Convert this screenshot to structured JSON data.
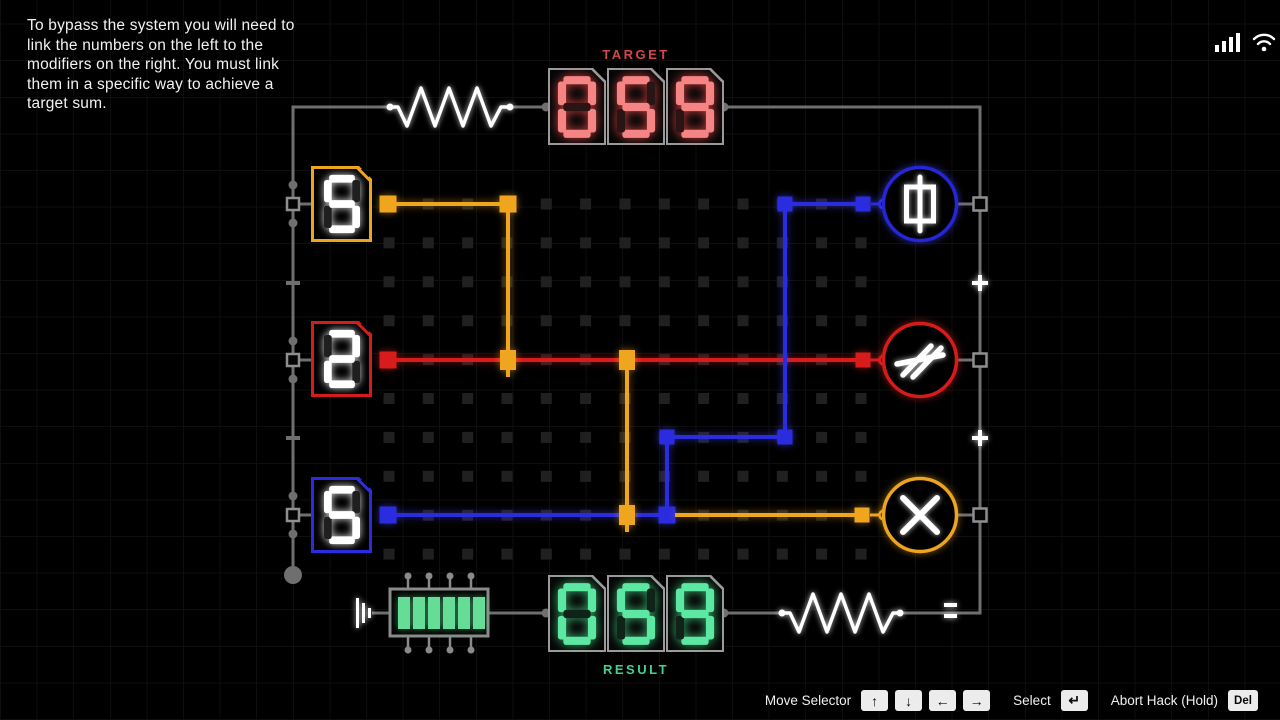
{
  "tutorial": {
    "text": "To bypass the system you will need to\nlink the numbers on the left to the\nmodifiers on the right. You must link\nthem in a specific way to achieve a\ntarget sum."
  },
  "target": {
    "label": "TARGET",
    "value": "059",
    "color": "#f58484"
  },
  "result": {
    "label": "RESULT",
    "value": "059",
    "color": "#5ce8a2"
  },
  "numbers": [
    {
      "value": "5",
      "wire_color": "#f0a51e",
      "name": "orange-number"
    },
    {
      "value": "2",
      "wire_color": "#d81c1c",
      "name": "red-number"
    },
    {
      "value": "5",
      "wire_color": "#2b2be0",
      "name": "blue-number"
    }
  ],
  "modifiers": [
    {
      "symbol": "phi",
      "color": "#2626d8"
    },
    {
      "symbol": "crossed-lines",
      "color": "#d41c1c"
    },
    {
      "symbol": "multiply",
      "color": "#eda41f"
    }
  ],
  "battery": {
    "bars": 6,
    "bar_color": "#66dd96"
  },
  "status_icons": [
    "signal-bars",
    "wifi"
  ],
  "controls": {
    "move_label": "Move Selector",
    "keys_move": [
      "↑",
      "↓",
      "←",
      "→"
    ],
    "select_label": "Select",
    "select_key": "↵",
    "abort_label": "Abort Hack (Hold)",
    "abort_key": "Del"
  }
}
